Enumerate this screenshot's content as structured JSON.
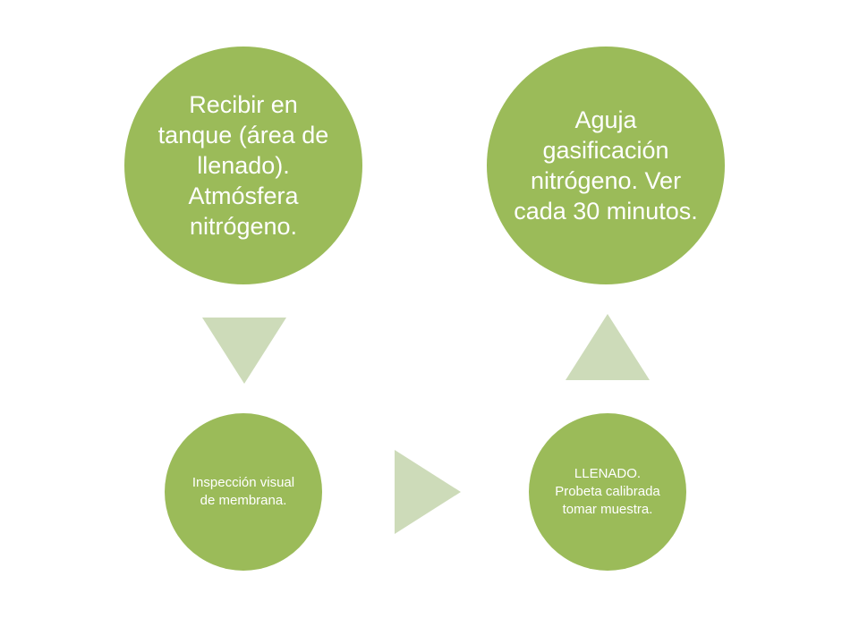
{
  "diagram": {
    "fill_color": "#9bbb59",
    "arrow_color": "#cddbb9",
    "text_color": "#ffffff",
    "steps": [
      {
        "label": "Recibir en tanque (área de llenado). Atmósfera nitrógeno."
      },
      {
        "label": "Inspección visual de membrana."
      },
      {
        "label": "LLENADO. Probeta calibrada tomar muestra."
      },
      {
        "label": "Aguja gasificación nitrógeno. Ver cada 30 minutos."
      }
    ],
    "arrows": [
      {
        "from": 1,
        "to": 2,
        "direction": "down"
      },
      {
        "from": 2,
        "to": 3,
        "direction": "right"
      },
      {
        "from": 3,
        "to": 4,
        "direction": "up"
      }
    ]
  }
}
